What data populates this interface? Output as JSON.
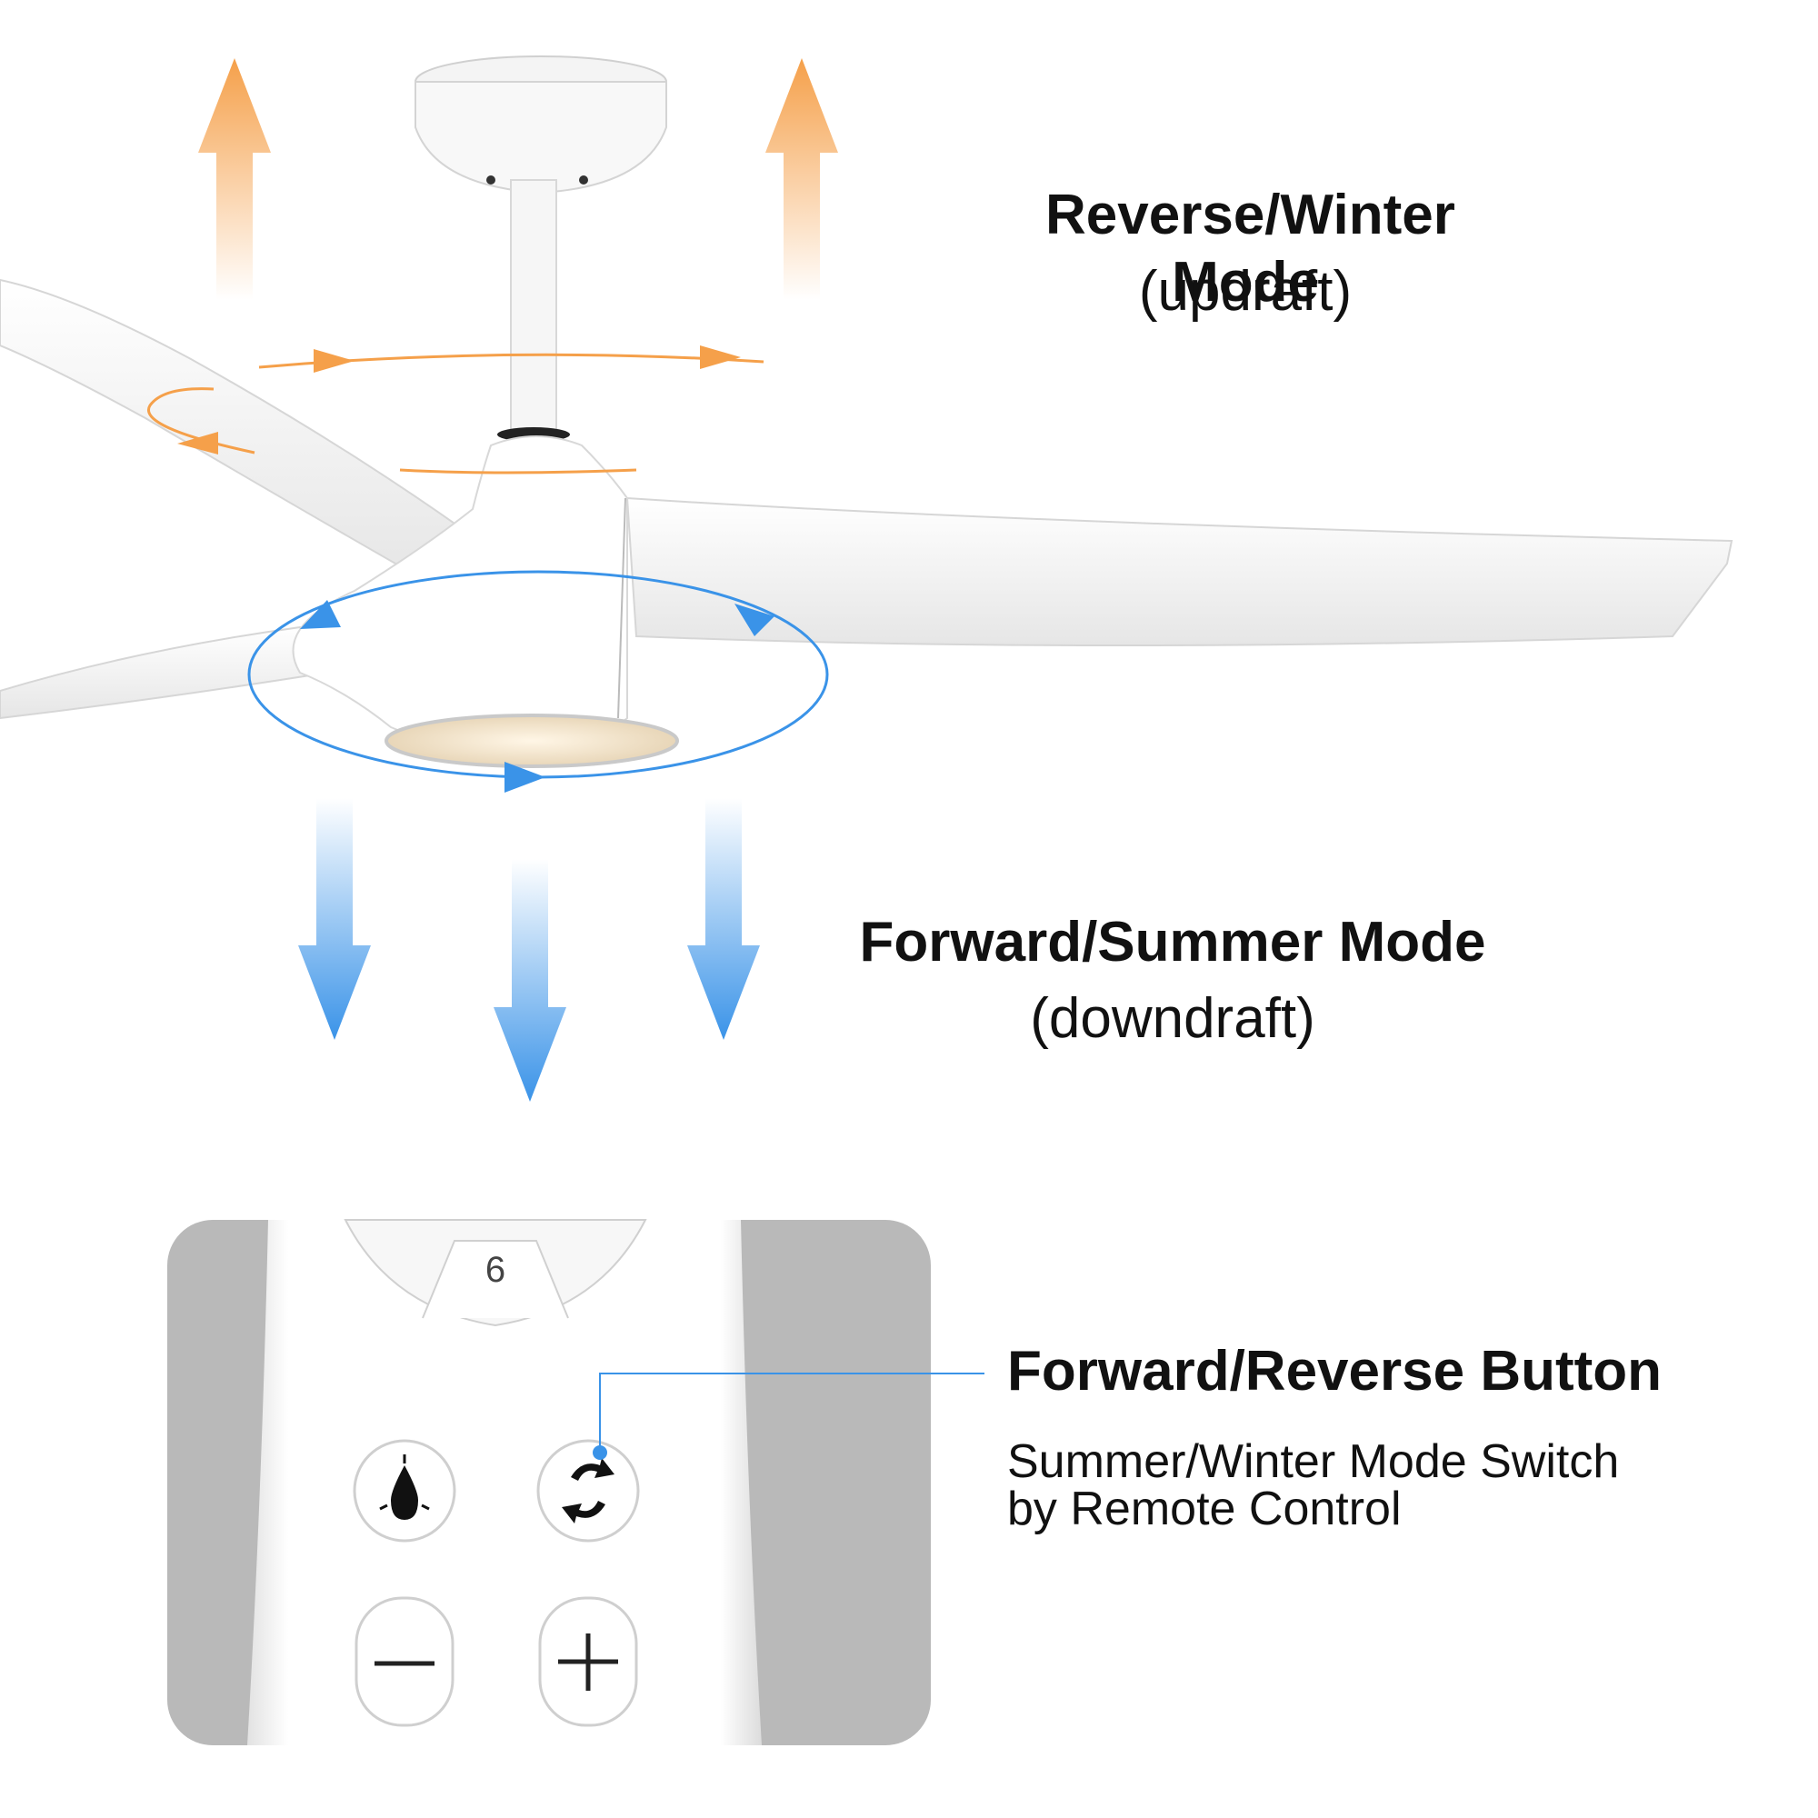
{
  "modes": {
    "winter": {
      "title": "Reverse/Winter Mode",
      "subtitle": "(updraft)",
      "color": "#f5a04a"
    },
    "summer": {
      "title": "Forward/Summer Mode",
      "subtitle": "(downdraft)",
      "color": "#3a93e8"
    }
  },
  "remote": {
    "callout_title": "Forward/Reverse Button",
    "callout_desc_line1": "Summer/Winter Mode Switch",
    "callout_desc_line2": "by Remote Control",
    "speed_button_label": "6",
    "panel_bg": "#b9b9b9",
    "leader_color": "#3a93e8"
  }
}
